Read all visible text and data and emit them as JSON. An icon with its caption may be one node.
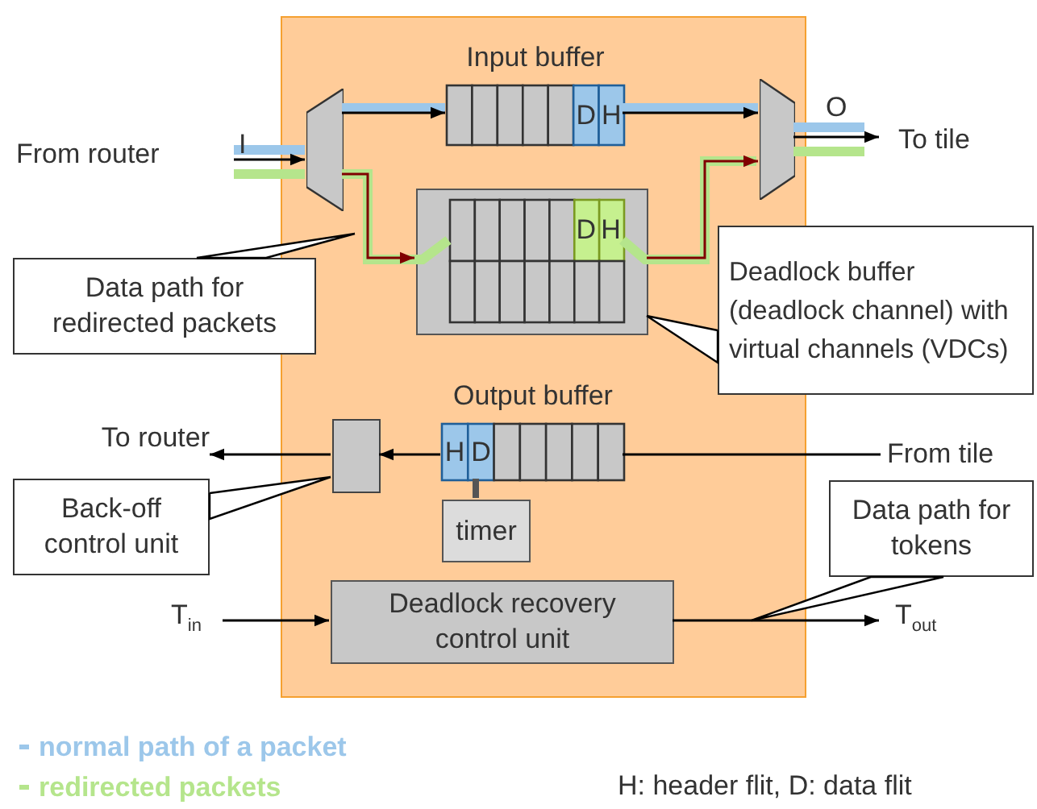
{
  "diagram": {
    "nodes": [
      {
        "text": [],
        "shape": "box"
      },
      {
        "text": [
          "From router"
        ]
      },
      {
        "text": [],
        "shape": "trapezoid",
        "in": 0
      },
      {
        "text": [
          "Input buffer",
          "D",
          "H"
        ],
        "in": 0
      },
      {
        "text": [
          "D",
          "H"
        ],
        "in": 0
      },
      {
        "text": [],
        "shape": "trapezoid",
        "in": 0
      },
      {
        "text": [
          "To tile"
        ]
      },
      {
        "text": [
          "Data path for redirected packets"
        ]
      },
      {
        "text": [
          "Deadlock buffer (deadlock channel) with virtual channels (VDCs)"
        ]
      },
      {
        "text": [],
        "shape": "box",
        "in": 0
      },
      {
        "text": [
          "Output buffer",
          "H",
          "D"
        ],
        "in": 0
      },
      {
        "text": [
          "To router"
        ]
      },
      {
        "text": [
          "From tile"
        ]
      },
      {
        "text": [
          "timer"
        ],
        "in": 0
      },
      {
        "text": [
          "Back-off control unit"
        ]
      },
      {
        "text": [
          "Data path for tokens"
        ]
      },
      {
        "text": [
          "T$_{in}$"
        ]
      },
      {
        "text": [
          "Deadlock recovery control unit"
        ],
        "in": 0
      },
      {
        "text": [
          "T$_{out}$"
        ]
      }
    ],
    "edges": [
      {
        "from": 1,
        "to": 2,
        "arrow": "to",
        "label": "I"
      },
      {
        "from": 2,
        "to": 3,
        "arrow": "to"
      },
      {
        "from": 3,
        "to": 5,
        "arrow": "to"
      },
      {
        "from": 2,
        "to": 4,
        "arrow": "to",
        "color": "#800000"
      },
      {
        "from": 4,
        "to": 5,
        "arrow": "to",
        "color": "#800000"
      },
      {
        "from": 5,
        "to": 6,
        "arrow": "to",
        "label": "O"
      },
      {
        "from": 12,
        "to": 10,
        "arrow": "none"
      },
      {
        "from": 10,
        "to": 9,
        "arrow": "to"
      },
      {
        "from": 9,
        "to": 11,
        "arrow": "to"
      },
      {
        "from": 13,
        "to": 10,
        "arrow": "none",
        "style": "thick",
        "color": "#555555"
      },
      {
        "from": 16,
        "to": 17,
        "arrow": "to"
      },
      {
        "from": 17,
        "to": 18,
        "arrow": "to"
      },
      {
        "from": 7,
        "to": null,
        "arrow": "none"
      },
      {
        "from": 8,
        "to": 4,
        "arrow": "none"
      },
      {
        "from": 14,
        "to": 9,
        "arrow": "none"
      },
      {
        "from": 15,
        "to": null,
        "arrow": "none"
      }
    ],
    "labels": [
      "H: header flit, D: data flit"
    ],
    "legend": [
      {
        "text": "normal path of a packet",
        "color": "#9cc7ea"
      },
      {
        "text": "redirected packets",
        "color": "#b5e58c"
      }
    ]
  }
}
